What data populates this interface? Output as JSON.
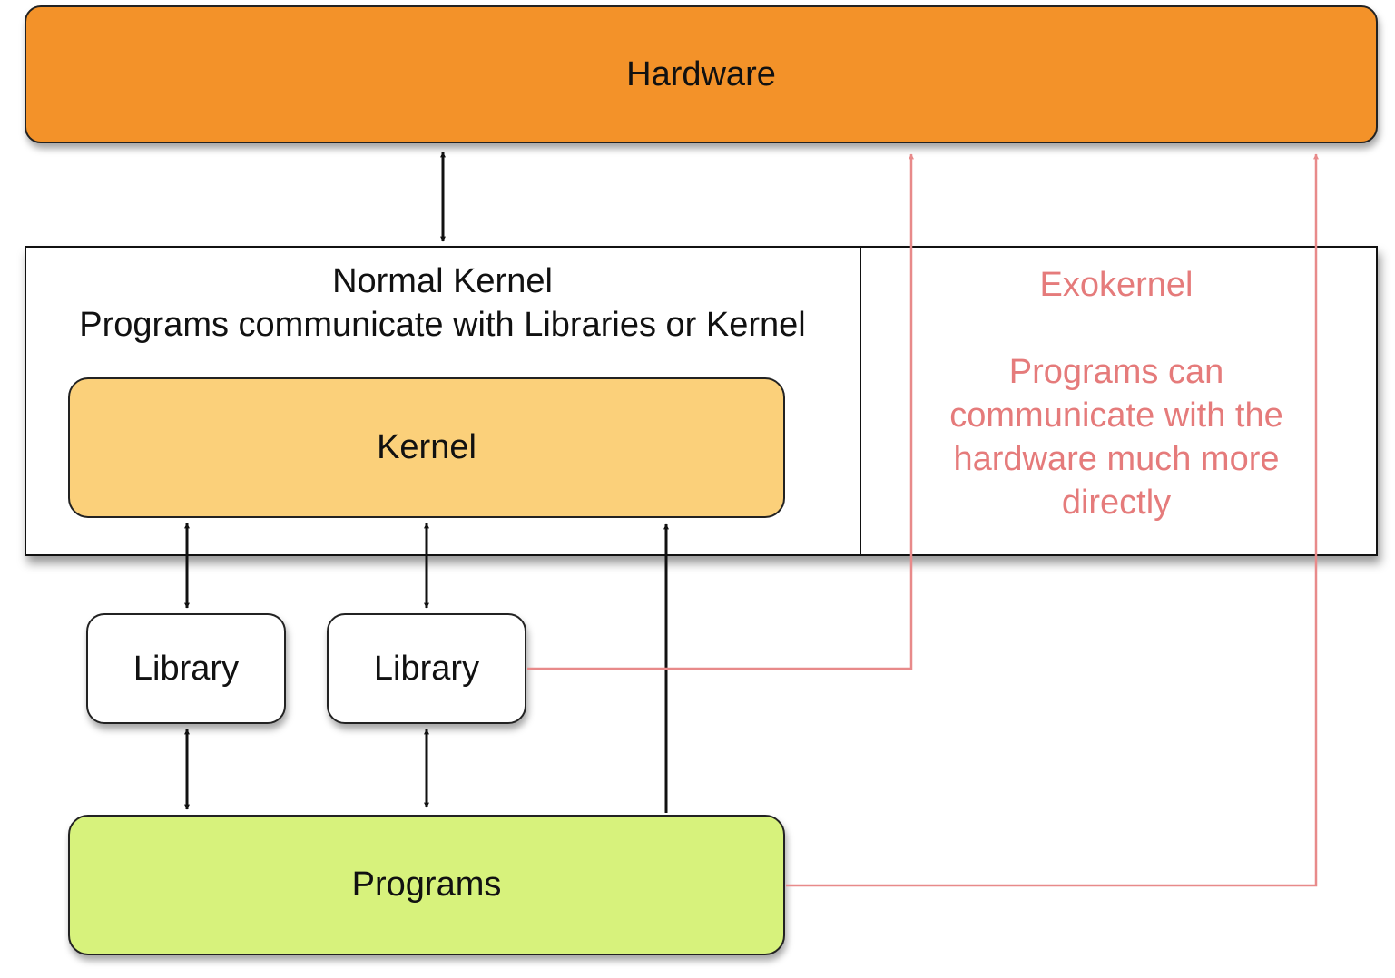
{
  "hardware": {
    "label": "Hardware"
  },
  "normal_kernel": {
    "title_line1": "Normal Kernel",
    "title_line2": "Programs communicate with Libraries or Kernel"
  },
  "exokernel": {
    "title": "Exokernel",
    "description": "Programs can communicate with the hardware much more directly"
  },
  "kernel": {
    "label": "Kernel"
  },
  "libraries": [
    {
      "label": "Library"
    },
    {
      "label": "Library"
    }
  ],
  "programs": {
    "label": "Programs"
  },
  "colors": {
    "hardware": "#f39229",
    "kernel": "#fbd07a",
    "programs": "#d7f27c",
    "exokernel_text": "#e57b7b",
    "exokernel_arrow": "#e88a8a",
    "normal_arrow": "#111111"
  }
}
